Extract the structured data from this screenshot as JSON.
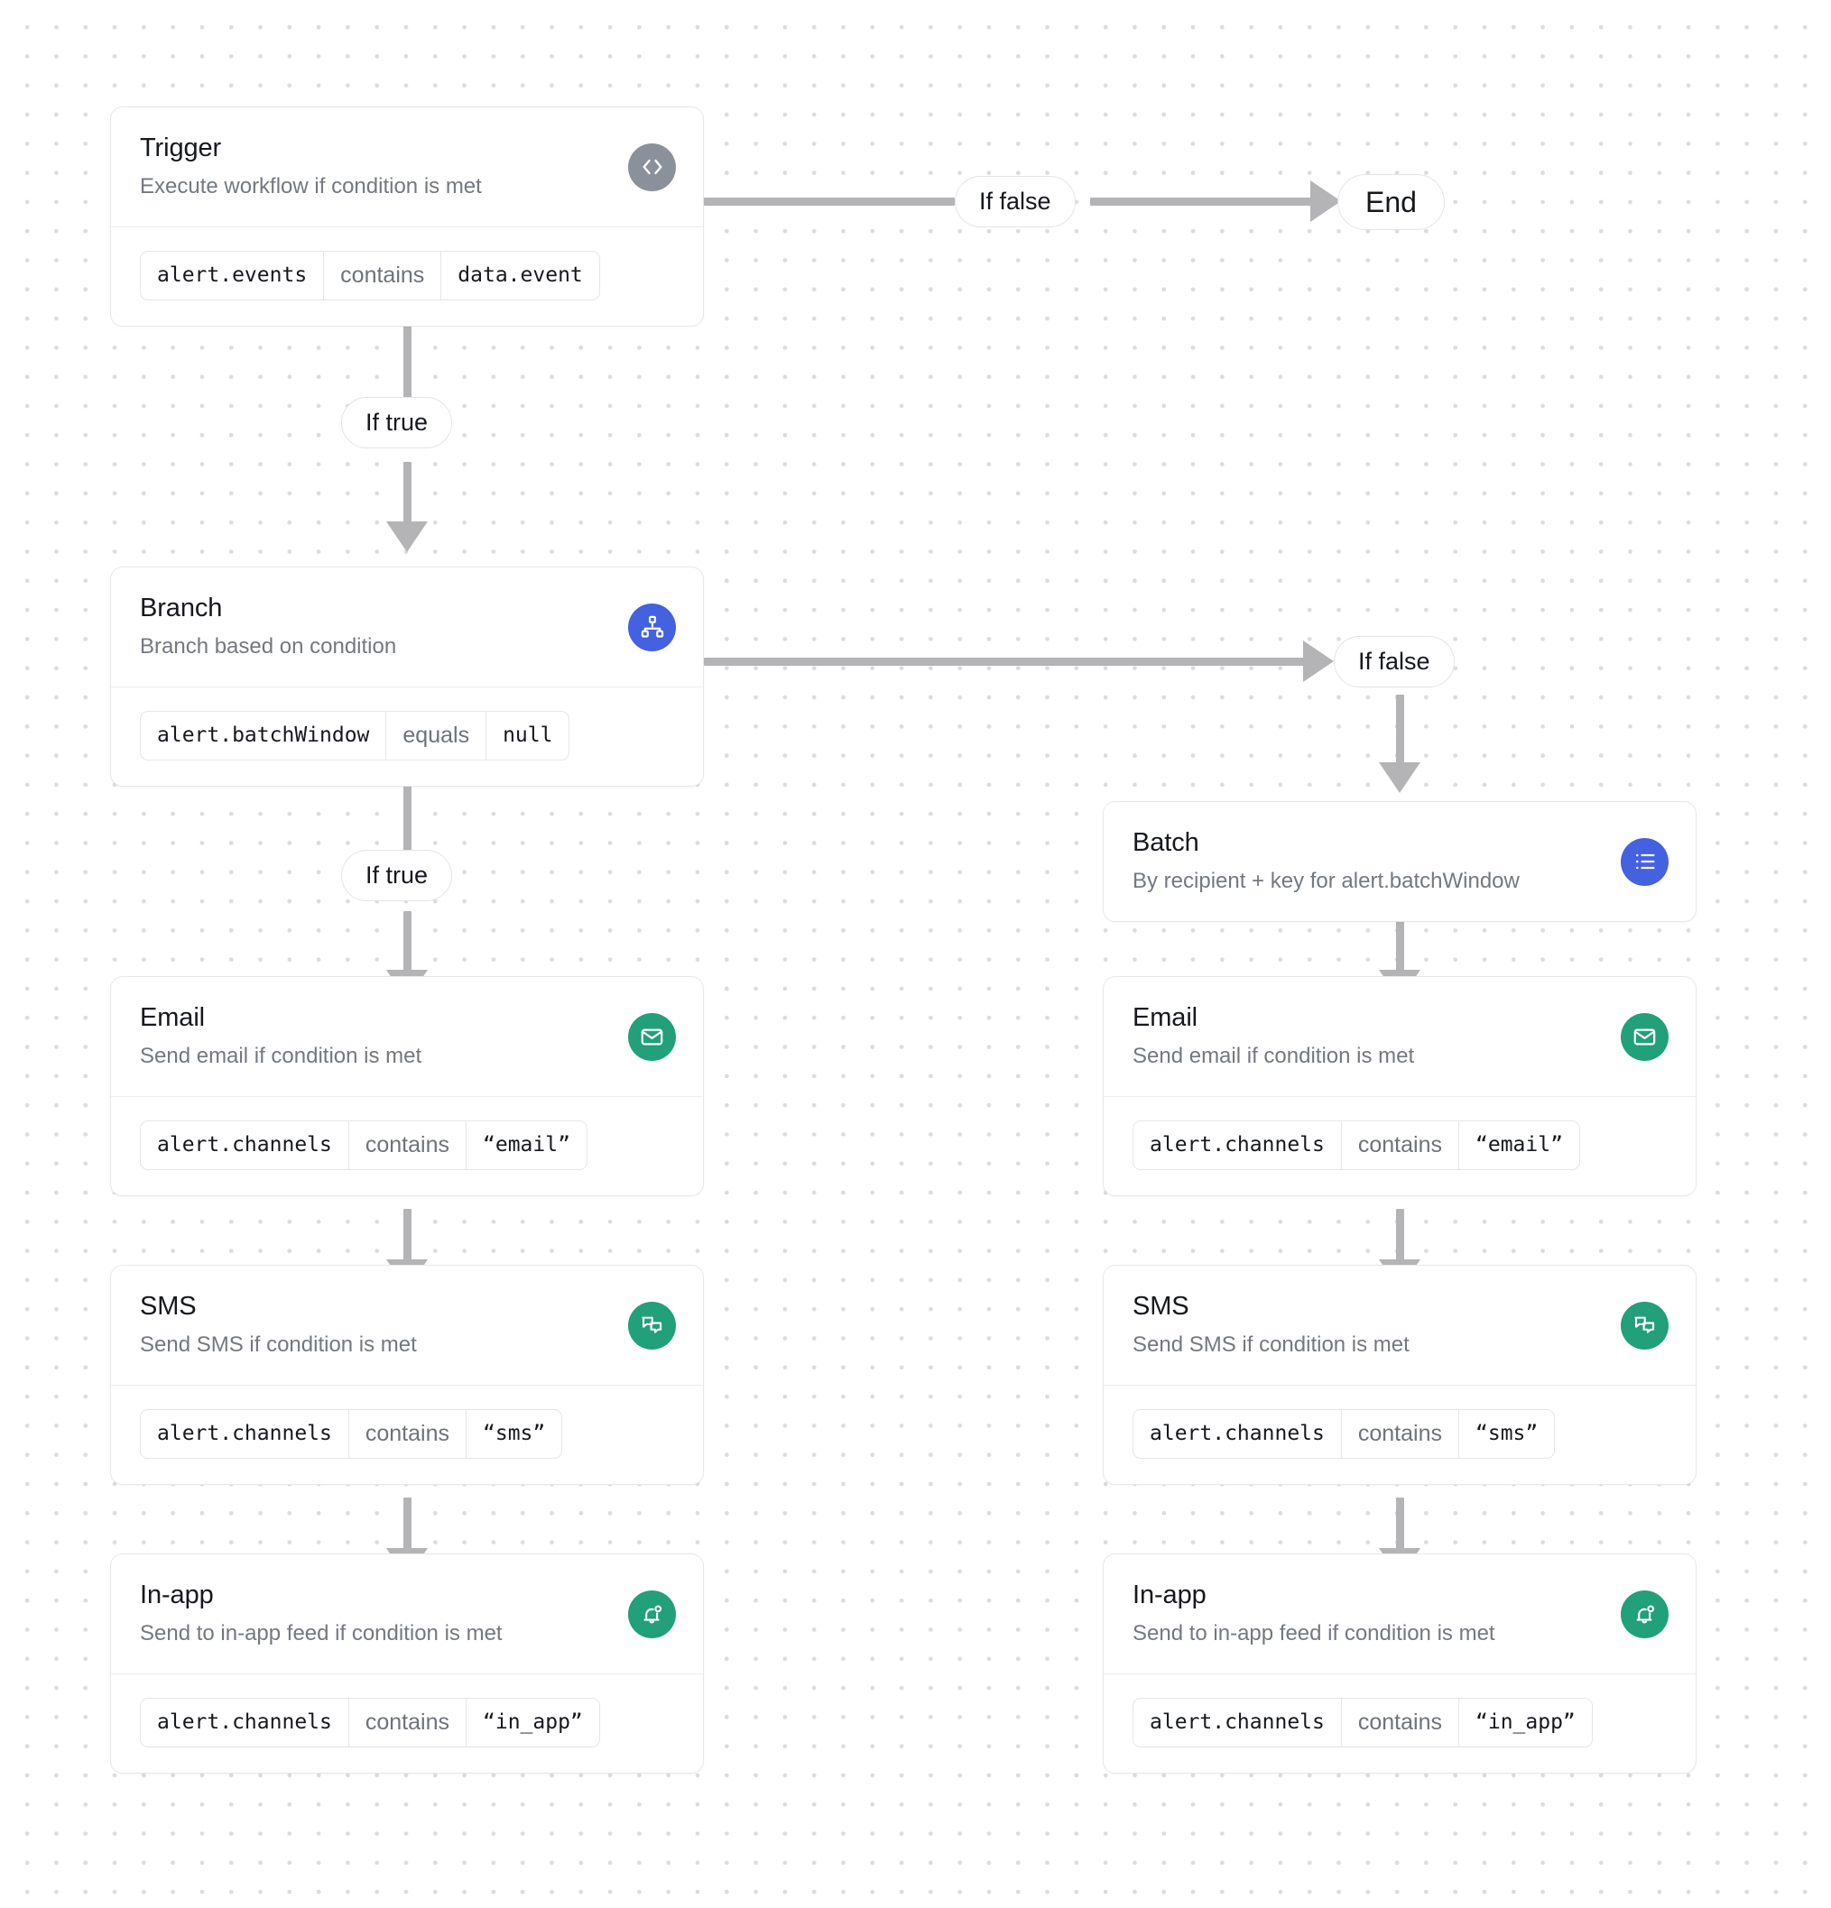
{
  "diagram": {
    "type": "workflow-flowchart",
    "nodes": [
      {
        "id": "trigger",
        "title": "Trigger",
        "subtitle": "Execute workflow if condition is met",
        "icon": "code-brackets-icon",
        "icon_color": "#8b919b",
        "condition": {
          "field": "alert.events",
          "operator": "contains",
          "value": "data.event"
        }
      },
      {
        "id": "branch",
        "title": "Branch",
        "subtitle": "Branch based on condition",
        "icon": "sitemap-icon",
        "icon_color": "#4461e0",
        "condition": {
          "field": "alert.batchWindow",
          "operator": "equals",
          "value": "null"
        }
      },
      {
        "id": "batch",
        "title": "Batch",
        "subtitle": "By recipient + key for alert.batchWindow",
        "icon": "list-icon",
        "icon_color": "#4461e0",
        "condition": null
      },
      {
        "id": "email-left",
        "title": "Email",
        "subtitle": "Send email if condition is met",
        "icon": "envelope-icon",
        "icon_color": "#21a07a",
        "condition": {
          "field": "alert.channels",
          "operator": "contains",
          "value": "“email”"
        }
      },
      {
        "id": "sms-left",
        "title": "SMS",
        "subtitle": "Send SMS if condition is met",
        "icon": "chat-bubbles-icon",
        "icon_color": "#21a07a",
        "condition": {
          "field": "alert.channels",
          "operator": "contains",
          "value": "“sms”"
        }
      },
      {
        "id": "inapp-left",
        "title": "In-app",
        "subtitle": "Send to in-app feed if condition is met",
        "icon": "bell-dot-icon",
        "icon_color": "#21a07a",
        "condition": {
          "field": "alert.channels",
          "operator": "contains",
          "value": "“in_app”"
        }
      },
      {
        "id": "email-right",
        "title": "Email",
        "subtitle": "Send email if condition is met",
        "icon": "envelope-icon",
        "icon_color": "#21a07a",
        "condition": {
          "field": "alert.channels",
          "operator": "contains",
          "value": "“email”"
        }
      },
      {
        "id": "sms-right",
        "title": "SMS",
        "subtitle": "Send SMS if condition is met",
        "icon": "chat-bubbles-icon",
        "icon_color": "#21a07a",
        "condition": {
          "field": "alert.channels",
          "operator": "contains",
          "value": "“sms”"
        }
      },
      {
        "id": "inapp-right",
        "title": "In-app",
        "subtitle": "Send to in-app feed if condition is met",
        "icon": "bell-dot-icon",
        "icon_color": "#21a07a",
        "condition": {
          "field": "alert.channels",
          "operator": "contains",
          "value": "“in_app”"
        }
      }
    ],
    "pills": {
      "trigger_false": "If false",
      "trigger_true": "If true",
      "branch_false": "If false",
      "branch_true": "If true",
      "end": "End"
    },
    "colors": {
      "accent_blue": "#4461e0",
      "accent_green": "#21a07a",
      "neutral_gray": "#8b919b",
      "connector": "#b4b4b6",
      "canvas": "#ffffff",
      "grid_dot": "#dcdcdd"
    }
  }
}
